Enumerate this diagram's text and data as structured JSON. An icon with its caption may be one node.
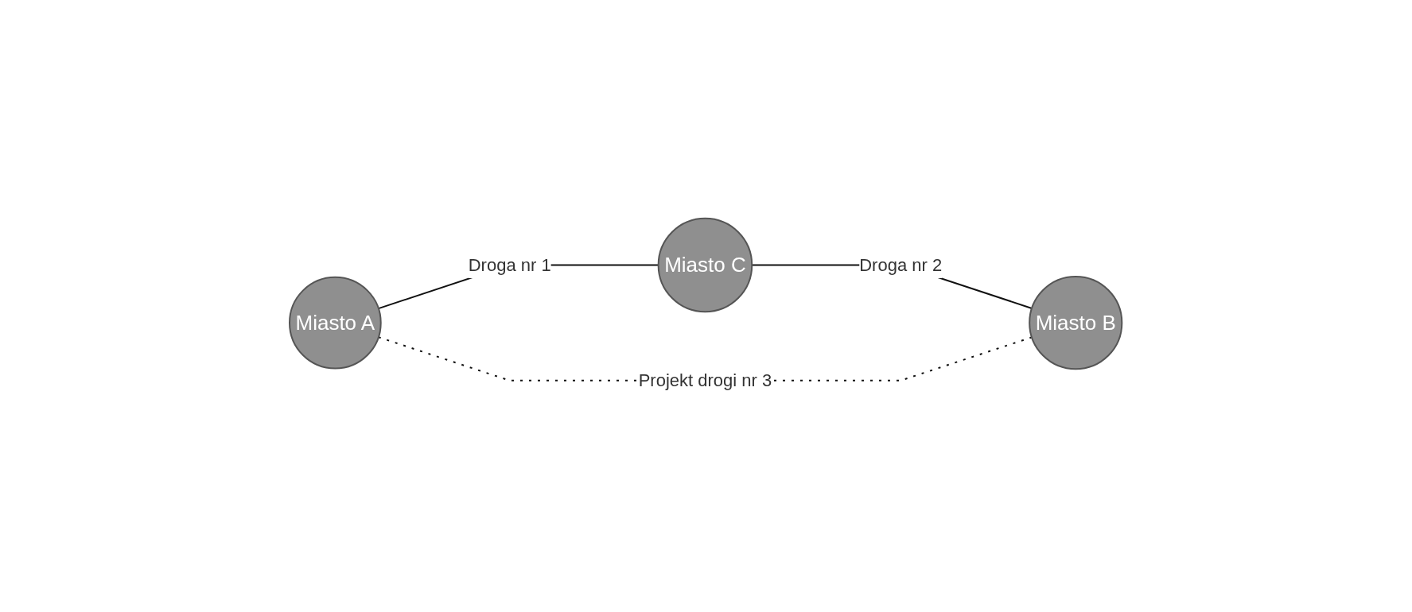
{
  "diagram": {
    "nodes": [
      {
        "text": [
          "Miasto A"
        ]
      },
      {
        "text": [
          "Miasto B"
        ]
      },
      {
        "text": [
          "Miasto C"
        ]
      }
    ],
    "edges": [
      {
        "from": 0,
        "to": 2,
        "arrow": "none",
        "label": "Droga nr 1"
      },
      {
        "from": 2,
        "to": 1,
        "arrow": "none",
        "label": "Droga nr 2"
      },
      {
        "from": 0,
        "to": 1,
        "arrow": "none",
        "label": "Projekt drogi nr 3",
        "style": "dashed"
      }
    ]
  }
}
